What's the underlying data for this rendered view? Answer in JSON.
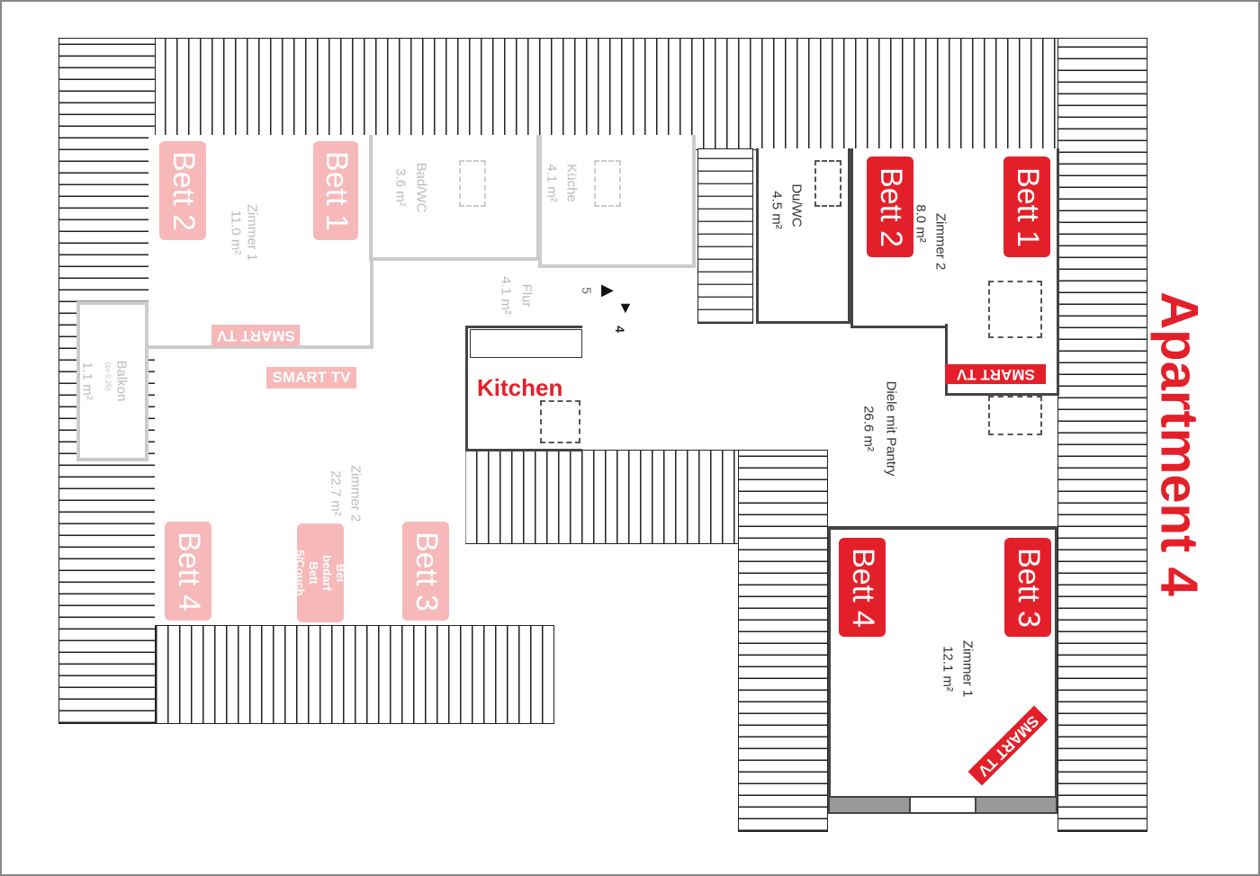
{
  "title": "Apartment 4",
  "accent_color": "#e3202a",
  "faded_color": "#f6b8b8",
  "kitchen_label": "Kitchen",
  "left_unit": {
    "zimmer1": {
      "name": "Zimmer 1",
      "area": "11.0 m²",
      "beds": [
        "Bett 2",
        "Bett 1"
      ],
      "tv": "SMART TV"
    },
    "zimmer2": {
      "name": "Zimmer 2",
      "area": "22.7 m²",
      "beds": [
        "Bett 4",
        "Bett 3"
      ],
      "extra_bed": "Bei bedarf Bett 5/Couch",
      "tv": "SMART TV"
    },
    "bad": {
      "name": "Bad/WC",
      "area": "3.6 m²"
    },
    "kueche": {
      "name": "Küche",
      "area": "4.1 m²"
    },
    "flur": {
      "name": "Flur",
      "area": "4.1 m²"
    },
    "balkon": {
      "name": "Balkon",
      "note": "(zu 0,25)",
      "area": "1.1 m²"
    }
  },
  "right_unit": {
    "zimmer2": {
      "name": "Zimmer 2",
      "area": "8.0 m²",
      "beds": [
        "Bett 2",
        "Bett 1"
      ],
      "tv": "SMART TV"
    },
    "zimmer1": {
      "name": "Zimmer 1",
      "area": "12.1 m²",
      "beds": [
        "Bett 4",
        "Bett 3"
      ],
      "tv": "SMART TV"
    },
    "duwc": {
      "name": "Du/WC",
      "area": "4.5 m²"
    },
    "diele": {
      "name": "Diele mit Pantry",
      "area": "26.6 m²"
    }
  },
  "stair_marks": [
    "5",
    "4"
  ]
}
